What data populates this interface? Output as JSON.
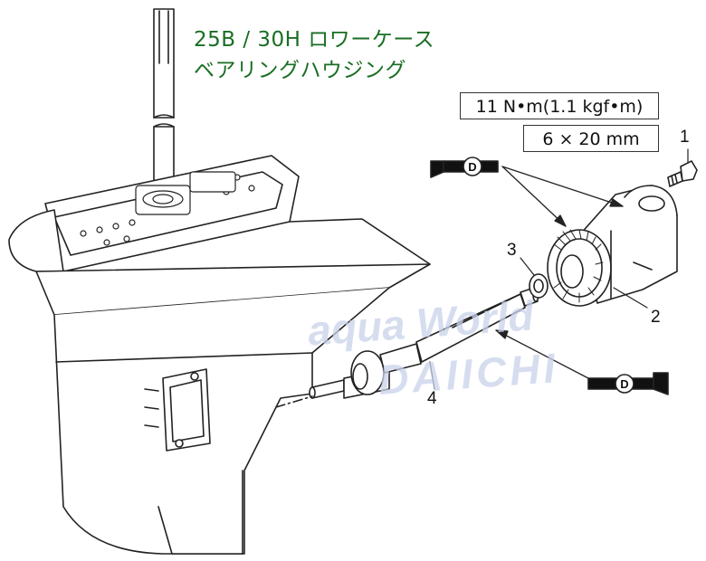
{
  "title": {
    "line1": "25B / 30H ロワーケース",
    "line2": "ベアリングハウジング"
  },
  "specs": {
    "torque": "11 N•m(1.1 kgf•m)",
    "bolt": "6 × 20 mm"
  },
  "callouts": [
    "1",
    "2",
    "3",
    "4"
  ],
  "grease_symbol": {
    "letter": "D",
    "count": 2
  },
  "watermark": {
    "line1": "aqua World",
    "line2": "DAIICHI"
  },
  "colors": {
    "title": "#1a6e24",
    "line": "#222222",
    "watermark": "#c9d2ea"
  }
}
